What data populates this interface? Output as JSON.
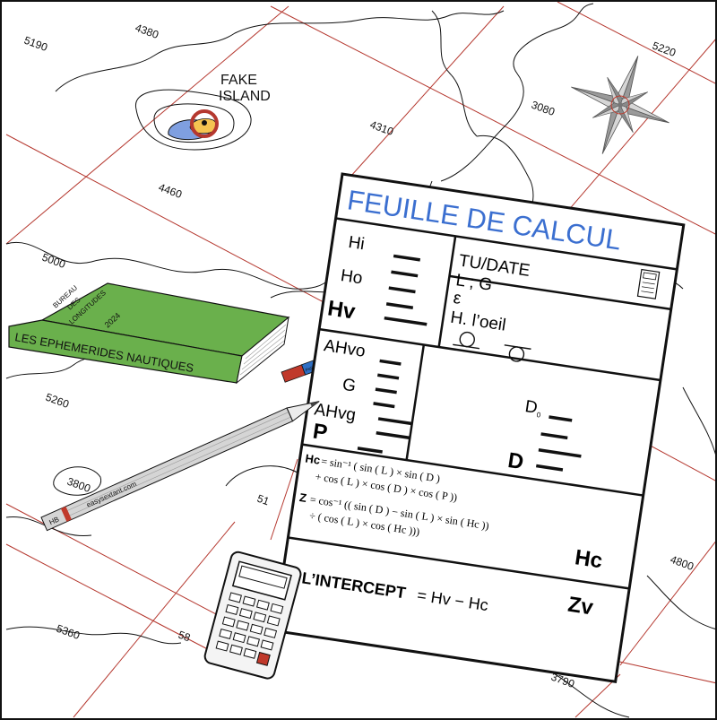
{
  "map": {
    "island_label_line1": "FAKE",
    "island_label_line2": "ISLAND",
    "soundings": [
      "4380",
      "5190",
      "4310",
      "5220",
      "3080",
      "4460",
      "5000",
      "5260",
      "3800",
      "5360",
      "4800",
      "3790",
      "51",
      "58"
    ],
    "grid_color": "#c0392b",
    "compass_rose": "compass-rose-icon"
  },
  "book": {
    "cover_text_line1": "BUREAU",
    "cover_text_line2": "DES",
    "cover_text_line3": "LONGITUDES",
    "year": "2024",
    "spine_title": "LES EPHEMERIDES NAUTIQUES",
    "color": "#6ab04c"
  },
  "pencil": {
    "grade": "HB",
    "brand": "easysextant.com"
  },
  "eraser": {
    "brand": "Pelikan"
  },
  "sheet": {
    "title": "FEUILLE DE CALCUL",
    "left_top": {
      "hi": "Hi",
      "ho": "Ho",
      "hv": "Hv"
    },
    "right_top": {
      "tu_date": "TU/DATE",
      "l_g": "L ; G",
      "epsilon": "ε",
      "h_oeil": "H. l’oeil"
    },
    "middle_left": {
      "ahvo": "AHvo",
      "g": "G",
      "ahvg": "AHvg",
      "p": "P"
    },
    "middle_right": {
      "d0_main": "D",
      "d0_sub": "0",
      "d": "D"
    },
    "formula_hc": {
      "label": "Hc",
      "line1": "= sin⁻¹ ( sin ( L ) × sin ( D )",
      "line2": "+ cos ( L ) × cos ( D ) × cos ( P ))"
    },
    "formula_z": {
      "label": "Z",
      "line1": "= cos⁻¹ (( sin ( D ) − sin ( L ) × sin ( Hc ))",
      "line2": "÷ ( cos ( L ) × cos ( Hc )))"
    },
    "hc_result": "Hc",
    "zv_result": "Zv",
    "intercept_label": "L’INTERCEPT",
    "intercept_formula": "= Hv − Hc",
    "title_color": "#3b6fd0"
  },
  "calculator": {
    "display": ""
  }
}
